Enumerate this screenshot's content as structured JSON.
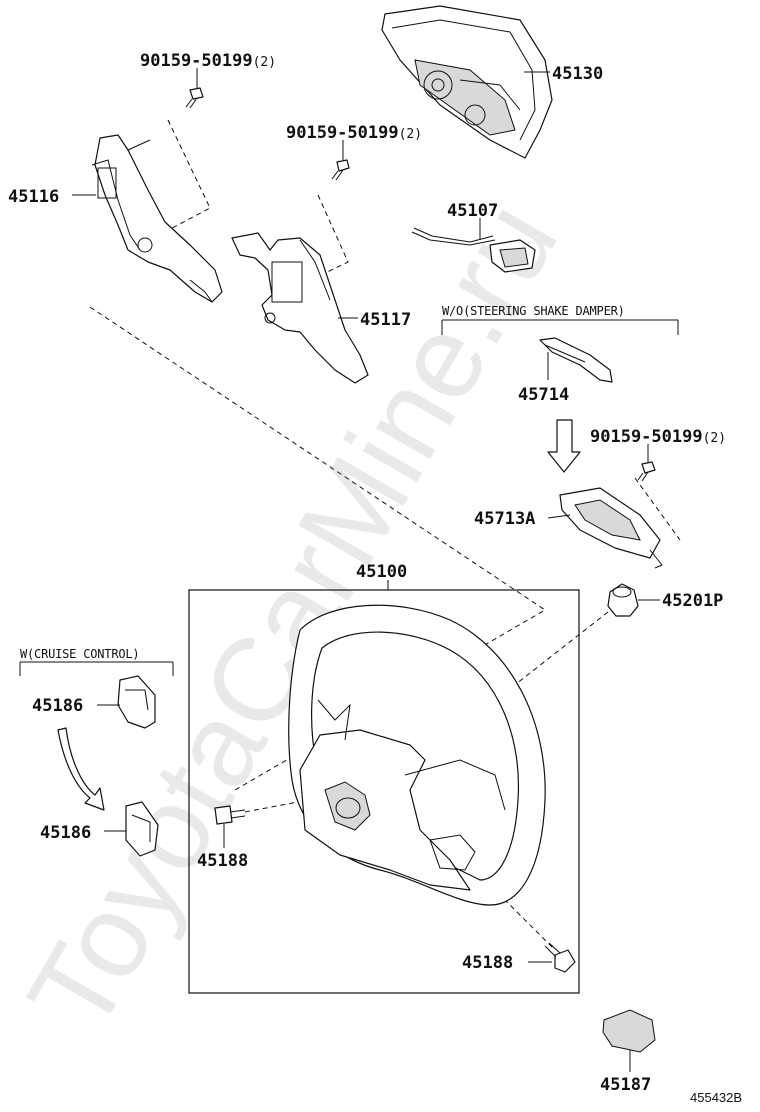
{
  "watermark": "ToyotaCarMine.ru",
  "groups": {
    "no_steering_shake_damper": "W/O(STEERING SHAKE DAMPER)",
    "cruise_control": "W(CRUISE CONTROL)"
  },
  "parts": {
    "screw_top_left": {
      "number": "90159-50199",
      "qty": "(2)"
    },
    "screw_middle": {
      "number": "90159-50199",
      "qty": "(2)"
    },
    "screw_right": {
      "number": "90159-50199",
      "qty": "(2)"
    },
    "horn_pad": "45130",
    "lower_cover_left": "45116",
    "spiral_cable": "45107",
    "lower_cover_right": "45117",
    "damper_bracket": "45714",
    "damper": "45713A",
    "nut": "45201P",
    "steering_wheel": "45100",
    "switch_cover_a": "45186",
    "switch_cover_b": "45186",
    "bolt_left": "45188",
    "bolt_bottom": "45188",
    "cap": "45187"
  },
  "illustration_id": "455432B"
}
